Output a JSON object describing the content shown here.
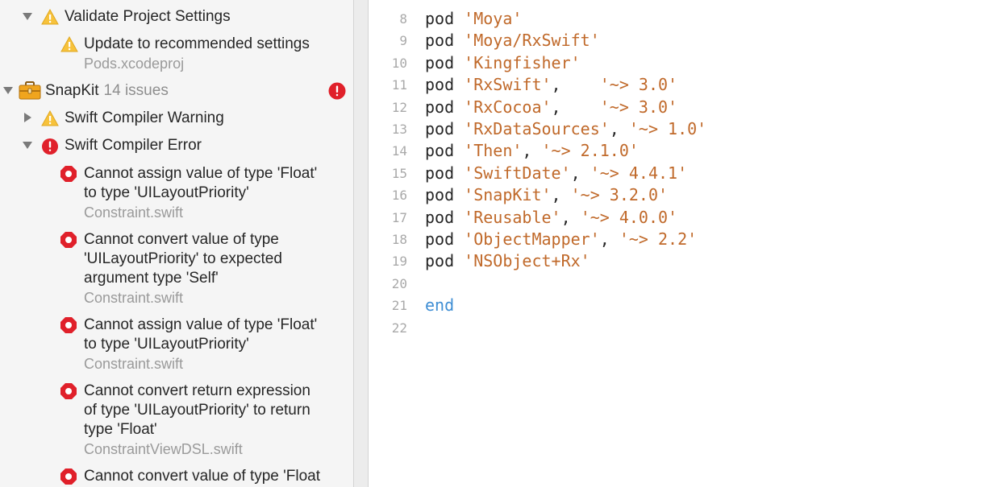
{
  "colors": {
    "warning": "#f7c23b",
    "error": "#e0202a",
    "string": "#c0692a",
    "keyword_blue": "#3f8ed4",
    "line_number": "#a9a9a9"
  },
  "navigator": {
    "validate_group": {
      "title": "Validate Project Settings",
      "icon": "warning-icon",
      "expanded": true,
      "issue": {
        "message": "Update to recommended settings",
        "file": "Pods.xcodeproj"
      }
    },
    "project": {
      "name": "SnapKit",
      "issue_count_label": "14 issues",
      "icon": "toolbox-icon",
      "badge_icon": "error-badge-icon"
    },
    "groups": [
      {
        "title": "Swift Compiler Warning",
        "icon": "warning-icon",
        "expanded": false
      },
      {
        "title": "Swift Compiler Error",
        "icon": "error-icon",
        "expanded": true
      }
    ],
    "errors": [
      {
        "lines": [
          "Cannot assign value of type 'Float'",
          "to type 'UILayoutPriority'"
        ],
        "file": "Constraint.swift"
      },
      {
        "lines": [
          "Cannot convert value of type",
          "'UILayoutPriority' to expected",
          "argument type 'Self'"
        ],
        "file": "Constraint.swift"
      },
      {
        "lines": [
          "Cannot assign value of type 'Float'",
          "to type 'UILayoutPriority'"
        ],
        "file": "Constraint.swift"
      },
      {
        "lines": [
          "Cannot convert return expression",
          "of type 'UILayoutPriority' to return",
          "type 'Float'"
        ],
        "file": "ConstraintViewDSL.swift"
      },
      {
        "lines": [
          "Cannot convert value of type 'Float"
        ],
        "file": ""
      }
    ]
  },
  "editor": {
    "lines": [
      {
        "number": "8",
        "keyword": "pod",
        "tokens": [
          {
            "t": "str",
            "v": "'Moya'"
          }
        ]
      },
      {
        "number": "9",
        "keyword": "pod",
        "tokens": [
          {
            "t": "str",
            "v": "'Moya/RxSwift'"
          }
        ]
      },
      {
        "number": "10",
        "keyword": "pod",
        "tokens": [
          {
            "t": "str",
            "v": "'Kingfisher'"
          }
        ]
      },
      {
        "number": "11",
        "keyword": "pod",
        "tokens": [
          {
            "t": "str",
            "v": "'RxSwift'"
          },
          {
            "t": "plain",
            "v": ",    "
          },
          {
            "t": "str",
            "v": "'~> 3.0'"
          }
        ]
      },
      {
        "number": "12",
        "keyword": "pod",
        "tokens": [
          {
            "t": "str",
            "v": "'RxCocoa'"
          },
          {
            "t": "plain",
            "v": ",    "
          },
          {
            "t": "str",
            "v": "'~> 3.0'"
          }
        ]
      },
      {
        "number": "13",
        "keyword": "pod",
        "tokens": [
          {
            "t": "str",
            "v": "'RxDataSources'"
          },
          {
            "t": "plain",
            "v": ", "
          },
          {
            "t": "str",
            "v": "'~> 1.0'"
          }
        ]
      },
      {
        "number": "14",
        "keyword": "pod",
        "tokens": [
          {
            "t": "str",
            "v": "'Then'"
          },
          {
            "t": "plain",
            "v": ", "
          },
          {
            "t": "str",
            "v": "'~> 2.1.0'"
          }
        ]
      },
      {
        "number": "15",
        "keyword": "pod",
        "tokens": [
          {
            "t": "str",
            "v": "'SwiftDate'"
          },
          {
            "t": "plain",
            "v": ", "
          },
          {
            "t": "str",
            "v": "'~> 4.4.1'"
          }
        ]
      },
      {
        "number": "16",
        "keyword": "pod",
        "tokens": [
          {
            "t": "str",
            "v": "'SnapKit'"
          },
          {
            "t": "plain",
            "v": ", "
          },
          {
            "t": "str",
            "v": "'~> 3.2.0'"
          }
        ]
      },
      {
        "number": "17",
        "keyword": "pod",
        "tokens": [
          {
            "t": "str",
            "v": "'Reusable'"
          },
          {
            "t": "plain",
            "v": ", "
          },
          {
            "t": "str",
            "v": "'~> 4.0.0'"
          }
        ]
      },
      {
        "number": "18",
        "keyword": "pod",
        "tokens": [
          {
            "t": "str",
            "v": "'ObjectMapper'"
          },
          {
            "t": "plain",
            "v": ", "
          },
          {
            "t": "str",
            "v": "'~> 2.2'"
          }
        ]
      },
      {
        "number": "19",
        "keyword": "pod",
        "tokens": [
          {
            "t": "str",
            "v": "'NSObject+Rx'"
          }
        ]
      },
      {
        "number": "20",
        "keyword": "",
        "tokens": []
      },
      {
        "number": "21",
        "keyword": "",
        "tokens": [
          {
            "t": "blue",
            "v": "end"
          }
        ]
      },
      {
        "number": "22",
        "keyword": "",
        "tokens": []
      }
    ]
  }
}
